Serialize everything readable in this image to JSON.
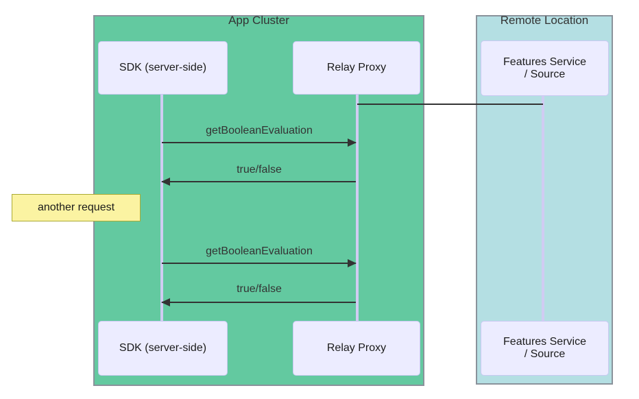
{
  "diagram_type": "sequence-diagram",
  "clusters": [
    {
      "label": "App Cluster",
      "fill": "#63C9A0"
    },
    {
      "label": "Remote Location",
      "fill": "#B4DFE3"
    }
  ],
  "actors": [
    {
      "id": "sdk",
      "label": "SDK (server-side)",
      "cluster": "App Cluster"
    },
    {
      "id": "relay-proxy",
      "label": "Relay Proxy",
      "cluster": "App Cluster"
    },
    {
      "id": "features-service",
      "label": "Features Service\n/ Source",
      "cluster": "Remote Location"
    }
  ],
  "messages": [
    {
      "from": "relay-proxy",
      "to": "features-service",
      "label": "",
      "arrowhead": "none"
    },
    {
      "from": "sdk",
      "to": "relay-proxy",
      "label": "getBooleanEvaluation",
      "arrowhead": "filled-right"
    },
    {
      "from": "relay-proxy",
      "to": "sdk",
      "label": "true/false",
      "arrowhead": "filled-left"
    },
    {
      "from": "sdk",
      "to": "relay-proxy",
      "label": "getBooleanEvaluation",
      "arrowhead": "filled-right"
    },
    {
      "from": "relay-proxy",
      "to": "sdk",
      "label": "true/false",
      "arrowhead": "filled-left"
    }
  ],
  "note": {
    "text": "another request",
    "position": "left-of-sdk"
  },
  "colors": {
    "cluster-green": "#63C9A0",
    "cluster-cyan": "#B4DFE3",
    "cluster-border": "#8A929B",
    "actor-fill": "#ECECFF",
    "actor-border": "#C9C9F2",
    "lifeline": "#D0CCF2",
    "note-fill": "#FBF3A2",
    "note-border": "#AAAA33",
    "ink": "#333333"
  }
}
